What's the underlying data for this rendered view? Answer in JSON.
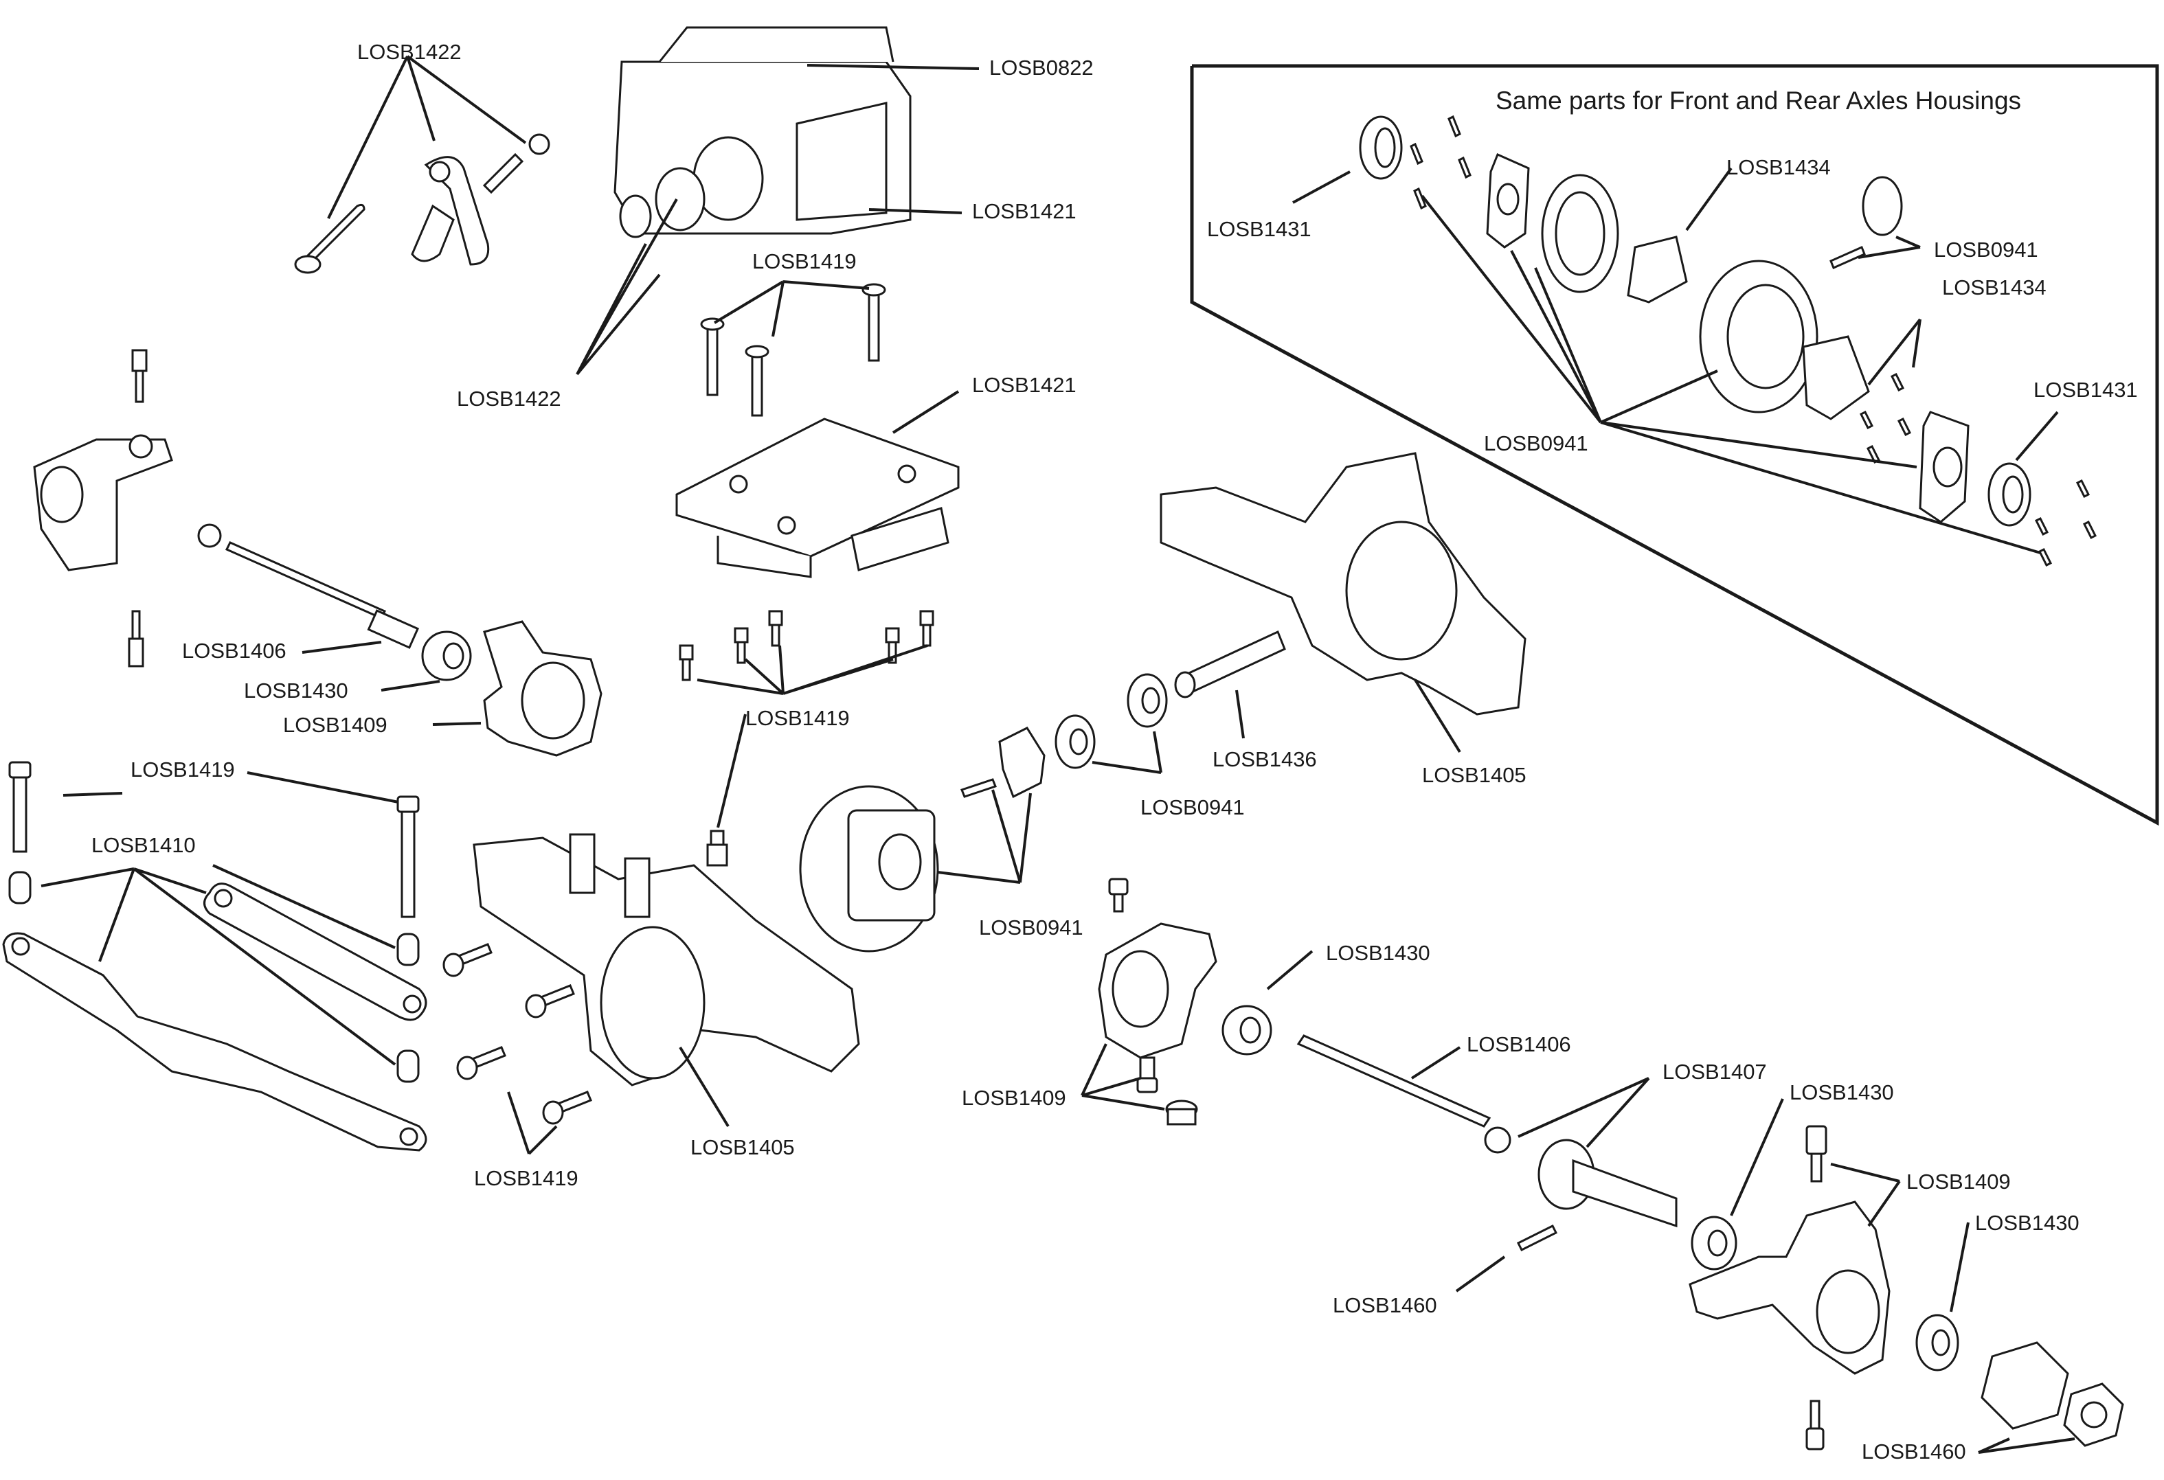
{
  "diagram": {
    "title": "Exploded Axle Assembly Parts Diagram",
    "inset": {
      "title": "Same parts for Front and Rear Axles Housings"
    },
    "labels": [
      {
        "id": "l1",
        "text": "LOSB1422"
      },
      {
        "id": "l2",
        "text": "LOSB0822"
      },
      {
        "id": "l3",
        "text": "LOSB1421"
      },
      {
        "id": "l4",
        "text": "LOSB1419"
      },
      {
        "id": "l5",
        "text": "LOSB1422"
      },
      {
        "id": "l6",
        "text": "LOSB1421"
      },
      {
        "id": "l7",
        "text": "LOSB1406"
      },
      {
        "id": "l8",
        "text": "LOSB1430"
      },
      {
        "id": "l9",
        "text": "LOSB1409"
      },
      {
        "id": "l10",
        "text": "LOSB1419"
      },
      {
        "id": "l11",
        "text": "LOSB1419"
      },
      {
        "id": "l12",
        "text": "LOSB1410"
      },
      {
        "id": "l13",
        "text": "LOSB1419"
      },
      {
        "id": "l14",
        "text": "LOSB1405"
      },
      {
        "id": "l15",
        "text": "LOSB0941"
      },
      {
        "id": "l16",
        "text": "LOSB0941"
      },
      {
        "id": "l17",
        "text": "LOSB1436"
      },
      {
        "id": "l18",
        "text": "LOSB1405"
      },
      {
        "id": "l19",
        "text": "LOSB1430"
      },
      {
        "id": "l20",
        "text": "LOSB1409"
      },
      {
        "id": "l21",
        "text": "LOSB1406"
      },
      {
        "id": "l22",
        "text": "LOSB1407"
      },
      {
        "id": "l23",
        "text": "LOSB1430"
      },
      {
        "id": "l24",
        "text": "LOSB1409"
      },
      {
        "id": "l25",
        "text": "LOSB1430"
      },
      {
        "id": "l26",
        "text": "LOSB1460"
      },
      {
        "id": "l27",
        "text": "LOSB1460"
      },
      {
        "id": "i1",
        "text": "LOSB1431"
      },
      {
        "id": "i2",
        "text": "LOSB1434"
      },
      {
        "id": "i3",
        "text": "LOSB0941"
      },
      {
        "id": "i4",
        "text": "LOSB1434"
      },
      {
        "id": "i5",
        "text": "LOSB1431"
      },
      {
        "id": "i6",
        "text": "LOSB0941"
      }
    ]
  }
}
